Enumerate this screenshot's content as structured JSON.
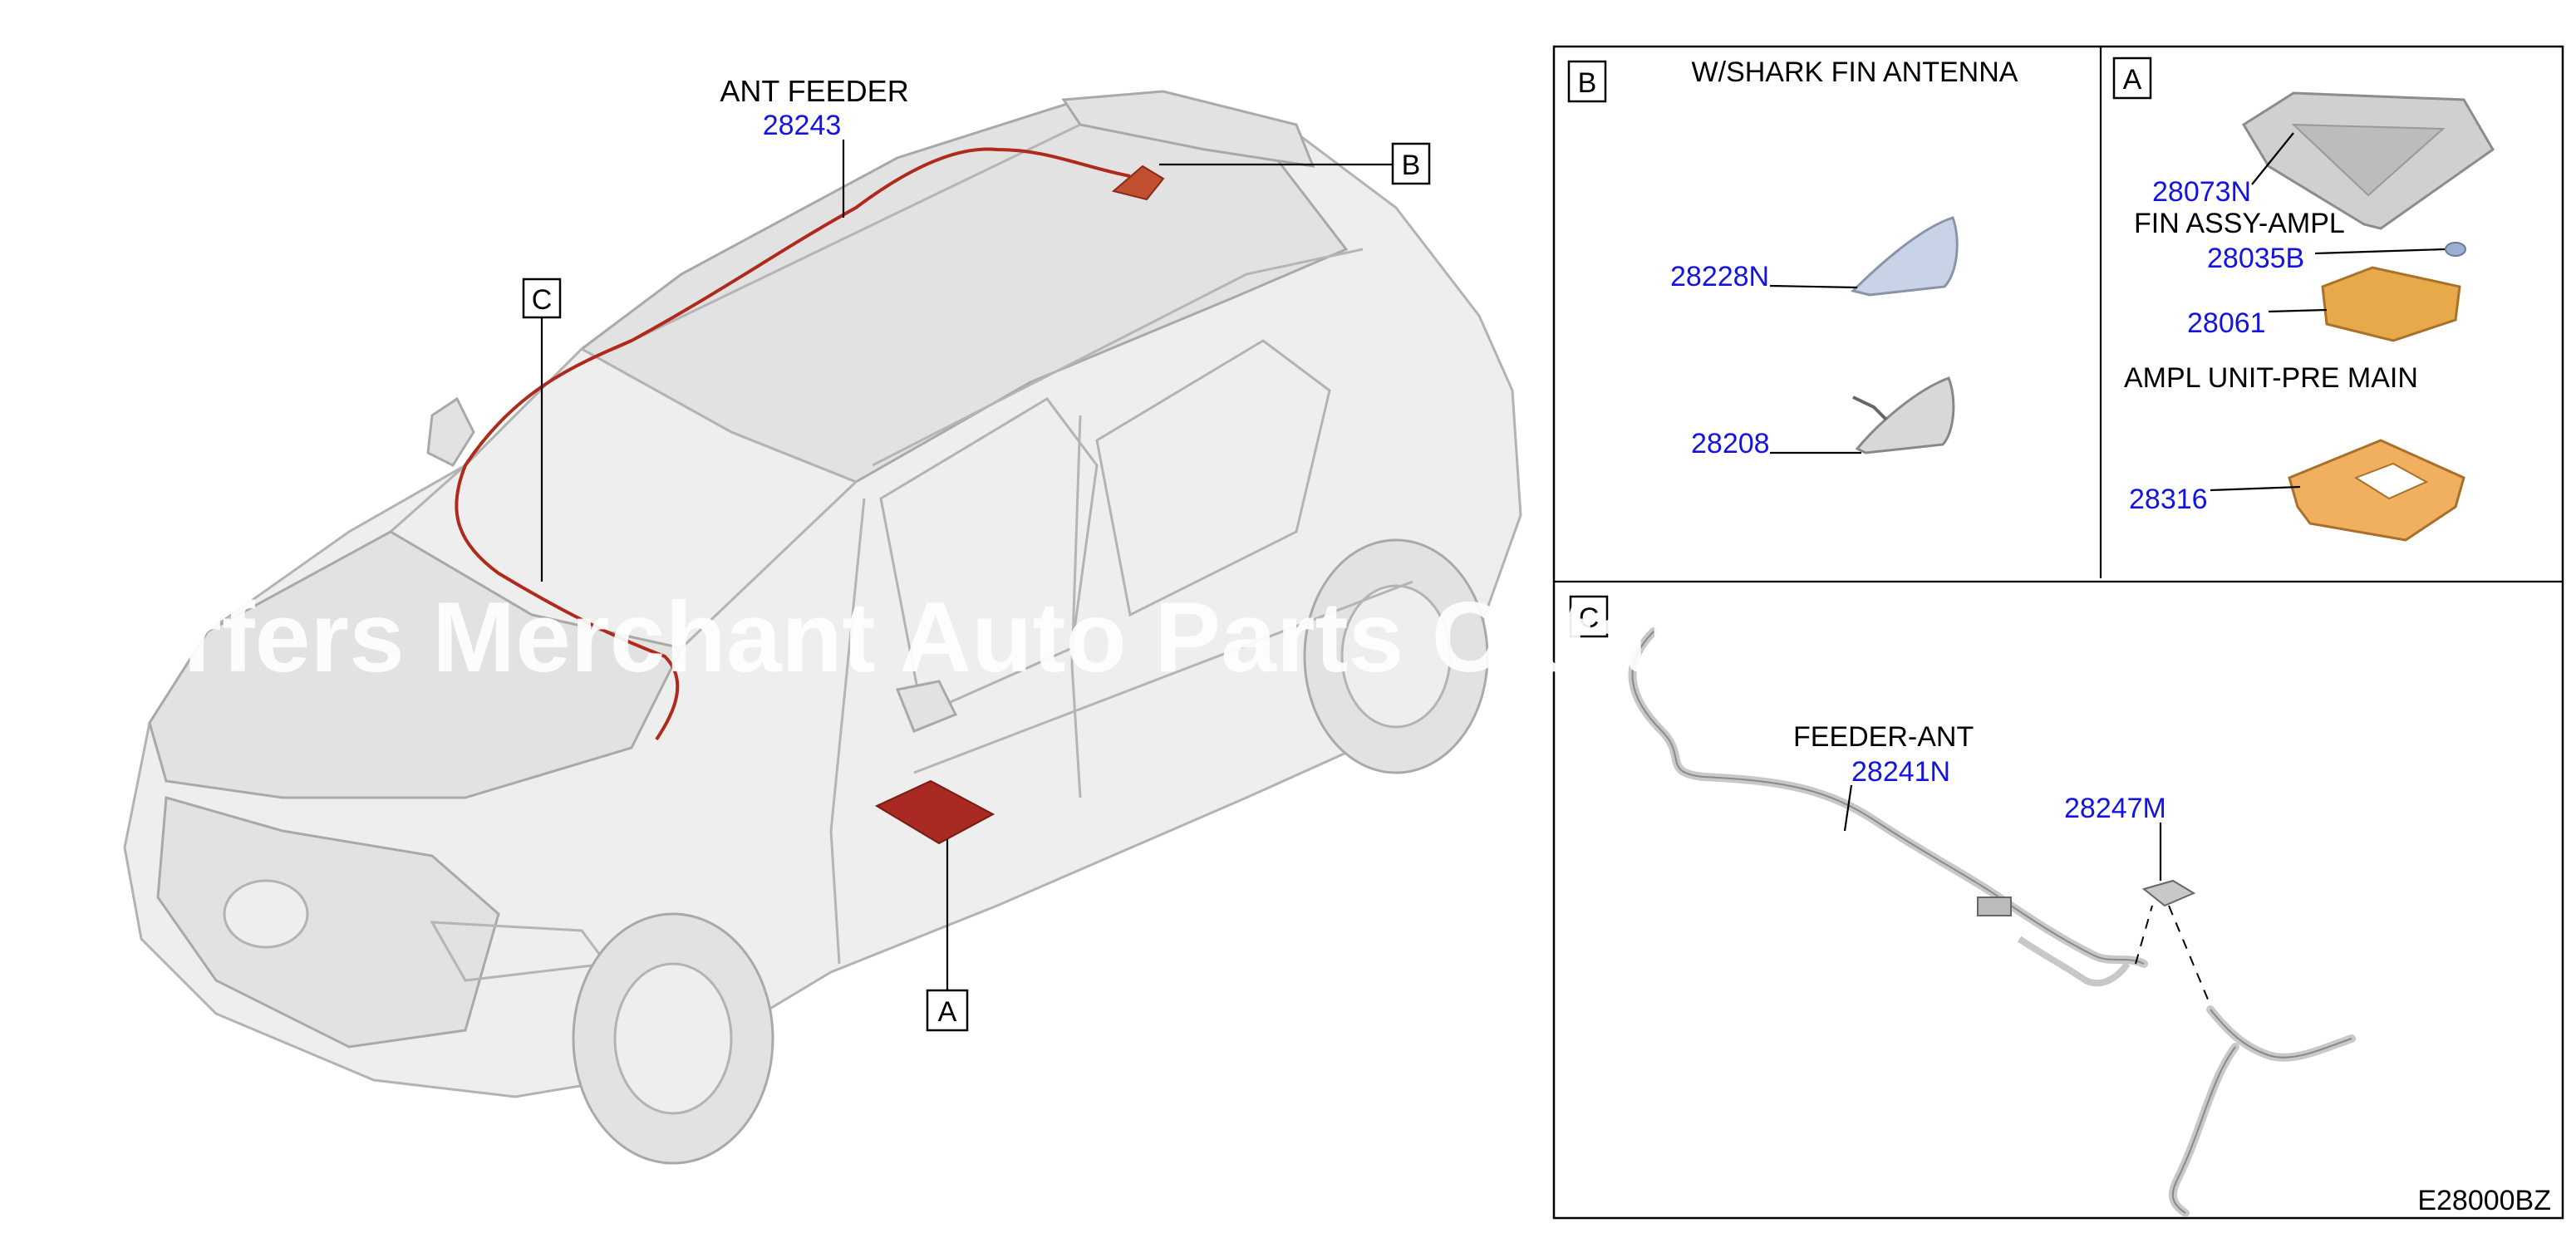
{
  "main_view": {
    "feeder_title": "ANT FEEDER",
    "feeder_part": "28243",
    "callouts": {
      "b": "B",
      "c": "C",
      "a": "A"
    }
  },
  "panel_b": {
    "letter": "B",
    "title": "W/SHARK FIN ANTENNA",
    "parts": [
      "28228N",
      "28208"
    ]
  },
  "panel_a": {
    "letter": "A",
    "parts": {
      "cover": "28073N",
      "fin_amp_name": "FIN ASSY-AMPL",
      "nut": "28035B",
      "amp": "28061",
      "amp_unit_name": "AMPL UNIT-PRE MAIN",
      "bracket": "28316"
    }
  },
  "panel_c": {
    "letter": "C",
    "feeder_name": "FEEDER-ANT",
    "feeder_part": "28241N",
    "module_part": "28247M"
  },
  "watermark": "rfers Merchant Auto Parts Catalog",
  "diagram_code": "E28000BZ",
  "colors": {
    "part_number": "#1414e0",
    "harness": "#b02a1c",
    "amp_unit": "#e8a94a"
  }
}
